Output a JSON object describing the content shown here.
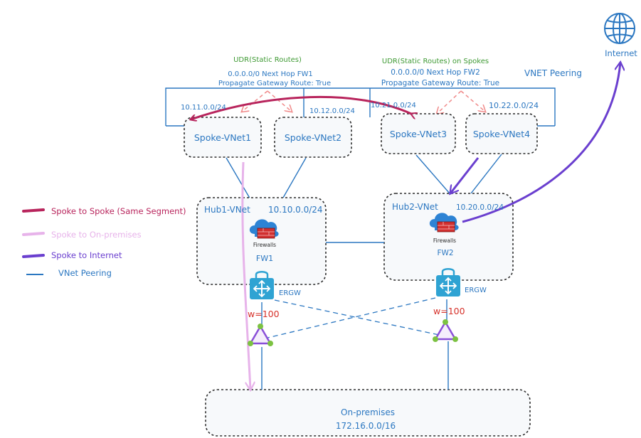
{
  "colors": {
    "peering": "#2b77c1",
    "spoke_to_spoke": "#b8245c",
    "spoke_to_onprem": "#e7b3ea",
    "spoke_to_internet": "#6a3fcf",
    "udr_text": "#3f9a34",
    "udr_arrow": "#f08a8a",
    "weight": "#d6312a"
  },
  "udr_left": {
    "title": "UDR(Static Routes)",
    "line1": "0.0.0.0/0 Next Hop FW1",
    "line2": "Propagate Gateway Route: True"
  },
  "udr_right": {
    "title": "UDR(Static Routes) on Spokes",
    "line1": "0.0.0.0/0 Next Hop FW2",
    "line2": "Propagate Gateway Route: True"
  },
  "vnet_peering_label": "VNET Peering",
  "internet": {
    "label": "Internet",
    "icon": "globe-icon"
  },
  "spokes": [
    {
      "name": "Spoke-VNet1",
      "cidr": "10.11.0.0/24"
    },
    {
      "name": "Spoke-VNet2",
      "cidr": "10.12.0.0/24"
    },
    {
      "name": "Spoke-VNet3",
      "cidr": "10.21.0.0/24"
    },
    {
      "name": "Spoke-VNet4",
      "cidr": "10.22.0.0/24"
    }
  ],
  "hubs": [
    {
      "name": "Hub1-VNet",
      "cidr": "10.10.0.0/24",
      "fw_caption": "Firewalls",
      "fw_name": "FW1",
      "gw_name": "ERGW",
      "weight": "w=100"
    },
    {
      "name": "Hub2-VNet",
      "cidr": "10.20.0.0/24",
      "fw_caption": "Firewalls",
      "fw_name": "FW2",
      "gw_name": "ERGW",
      "weight": "w=100"
    }
  ],
  "onprem": {
    "name": "On-premises",
    "cidr": "172.16.0.0/16"
  },
  "legend": [
    {
      "label": "Spoke to Spoke (Same Segment)",
      "color_key": "spoke_to_spoke"
    },
    {
      "label": "Spoke to On-premises",
      "color_key": "spoke_to_onprem"
    },
    {
      "label": "Spoke to Internet",
      "color_key": "spoke_to_internet"
    },
    {
      "label": "VNet Peering",
      "color_key": "peering"
    }
  ]
}
